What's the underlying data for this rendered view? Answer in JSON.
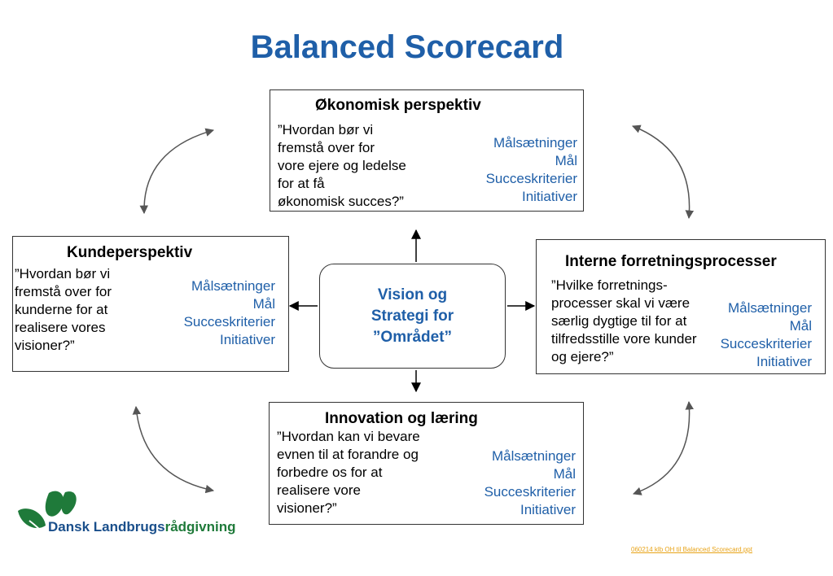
{
  "title": "Balanced Scorecard",
  "goals_list": [
    "Målsætninger",
    "Mål",
    "Succeskriterier",
    "Initiativer"
  ],
  "center": {
    "lines": [
      "Vision og",
      "Strategi for",
      "”Området”"
    ]
  },
  "boxes": {
    "economic": {
      "title": "Økonomisk perspektiv",
      "question": [
        "”Hvordan bør vi",
        "fremstå over for",
        "vore ejere og ledelse",
        "for at få",
        "økonomisk succes?”"
      ]
    },
    "customer": {
      "title": "Kundeperspektiv",
      "question": [
        "”Hvordan bør vi",
        "fremstå over for",
        "kunderne for at",
        "realisere vores",
        "visioner?”"
      ]
    },
    "internal": {
      "title": "Interne forretningsprocesser",
      "question": [
        "”Hvilke forretnings-",
        "processer skal vi være",
        "særlig dygtige til for at",
        "tilfredsstille vore kunder",
        "og ejere?”"
      ]
    },
    "innovation": {
      "title": "Innovation og læring",
      "question": [
        "”Hvordan kan vi bevare",
        "evnen til at forandre og",
        "forbedre os for at",
        "realisere vore",
        "visioner?”"
      ]
    }
  },
  "logo": {
    "text_main": "Dansk Landbrugs",
    "text_accent": "rådgivning"
  },
  "footer_link": "060214 klb OH  til Balanced Scorecard.ppt",
  "colors": {
    "title": "#1f5fa8",
    "goals": "#1f5fa8",
    "logo_green": "#1f7a3a",
    "logo_blue": "#1a4f8b",
    "footer": "#e8a317"
  }
}
